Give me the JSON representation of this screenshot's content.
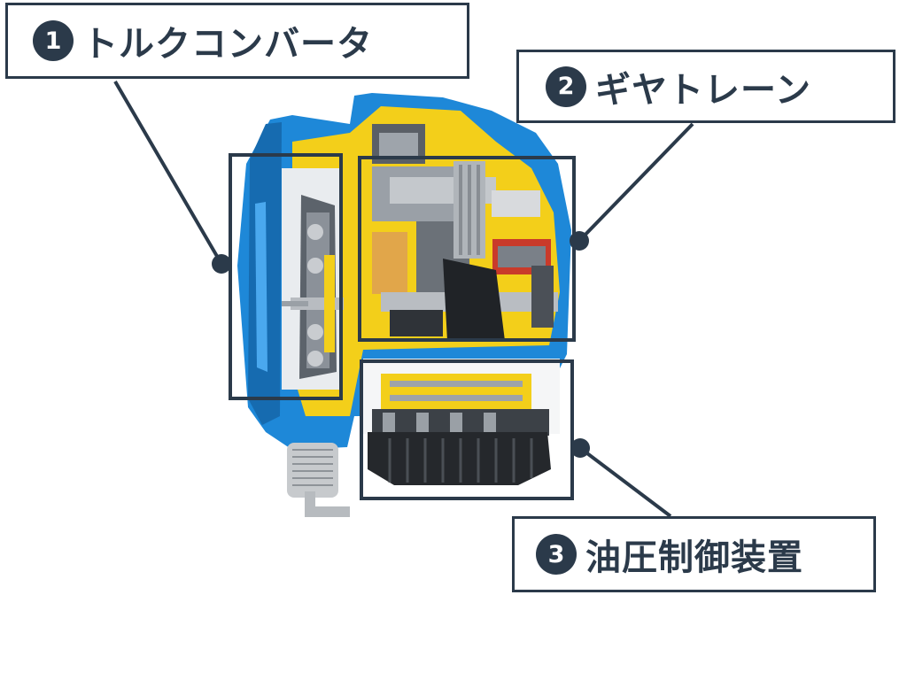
{
  "labels": [
    {
      "number": "1",
      "text": "トルクコンバータ"
    },
    {
      "number": "2",
      "text": "ギヤトレーン"
    },
    {
      "number": "3",
      "text": "油圧制御装置"
    }
  ],
  "colors": {
    "label_navy": "#2b3a4a",
    "housing_blue": "#1e88d8",
    "cutaway_yellow": "#f3cf1a"
  }
}
